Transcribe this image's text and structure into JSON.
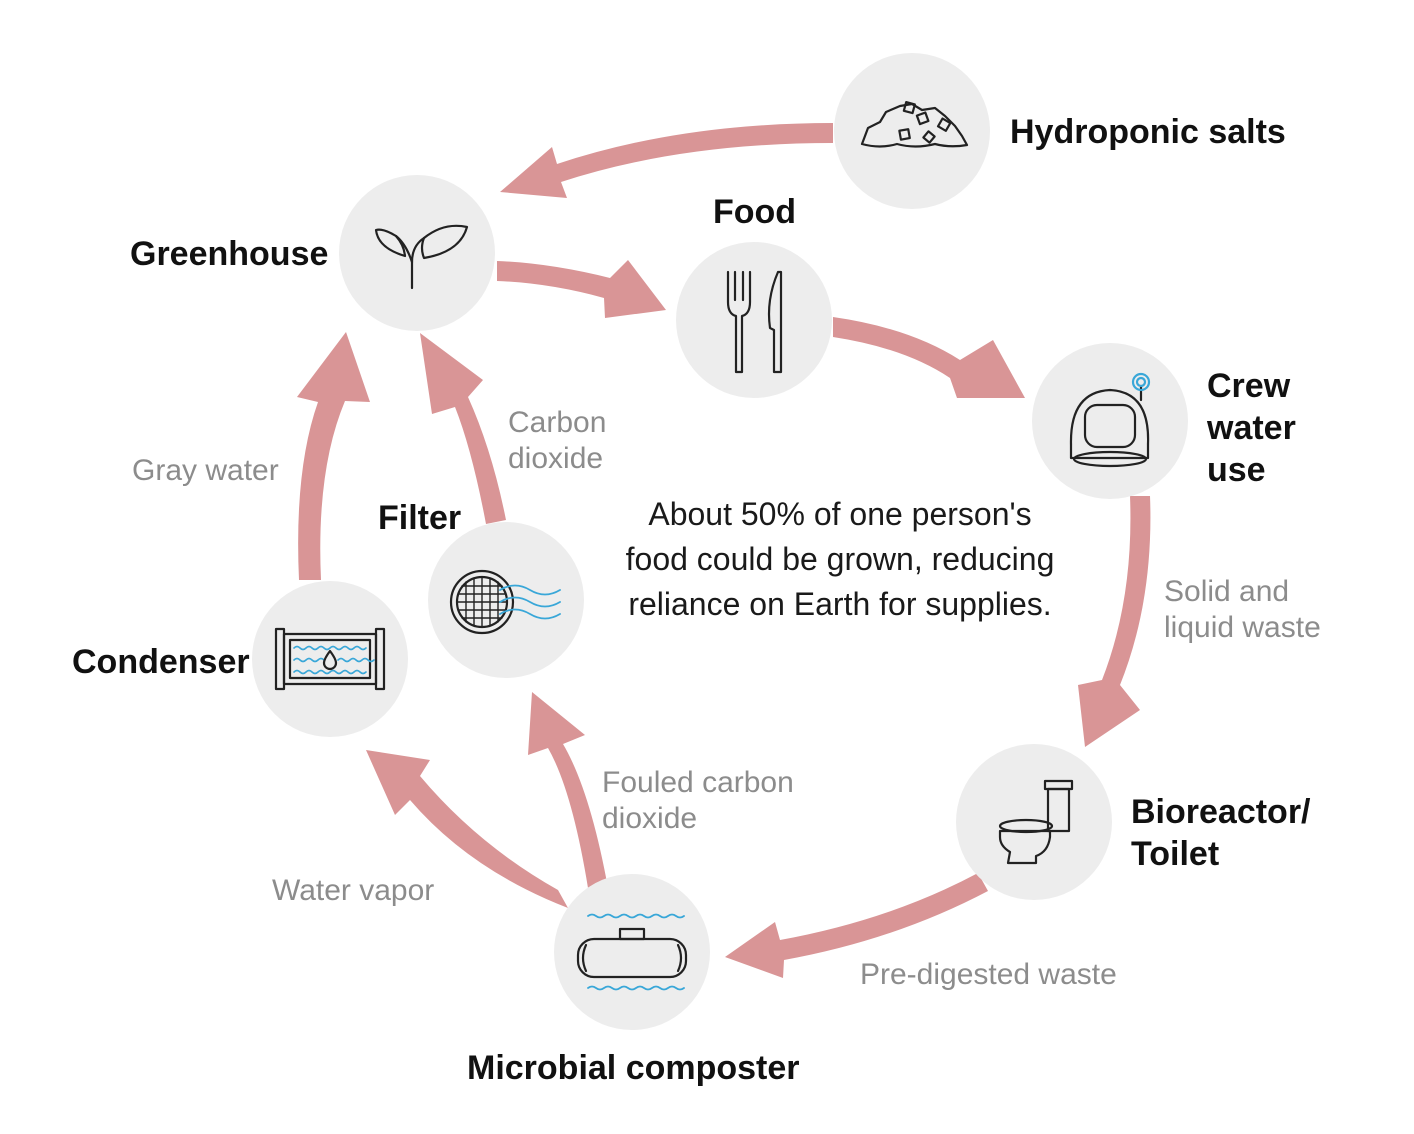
{
  "colors": {
    "arrow": "#d99596",
    "node_fill": "#ededed",
    "icon_stroke": "#222222",
    "water_accent": "#39a7d8",
    "label_dark": "#111111",
    "label_gray": "#8c8c8c"
  },
  "nodes": {
    "hydroponic_salts": {
      "label": "Hydroponic salts",
      "icon": "salt-pile-icon"
    },
    "greenhouse": {
      "label": "Greenhouse",
      "icon": "sprout-icon"
    },
    "food": {
      "label": "Food",
      "icon": "fork-knife-icon"
    },
    "crew": {
      "label_lines": [
        "Crew",
        "water",
        "use"
      ],
      "icon": "astronaut-helmet-icon"
    },
    "bioreactor": {
      "label_lines": [
        "Bioreactor/",
        "Toilet"
      ],
      "icon": "toilet-icon"
    },
    "composter": {
      "label": "Microbial composter",
      "icon": "tank-icon"
    },
    "condenser": {
      "label": "Condenser",
      "icon": "condenser-icon"
    },
    "filter": {
      "label": "Filter",
      "icon": "filter-mesh-icon"
    }
  },
  "flows": {
    "carbon_dioxide": [
      "Carbon",
      "dioxide"
    ],
    "gray_water": "Gray water",
    "solid_liquid_waste": [
      "Solid and",
      "liquid waste"
    ],
    "fouled_co2": [
      "Fouled carbon",
      "dioxide"
    ],
    "water_vapor": "Water vapor",
    "pre_digested_waste": "Pre-digested waste"
  },
  "center_text": "About 50% of one person's food could be grown, reducing reliance on Earth for supplies."
}
